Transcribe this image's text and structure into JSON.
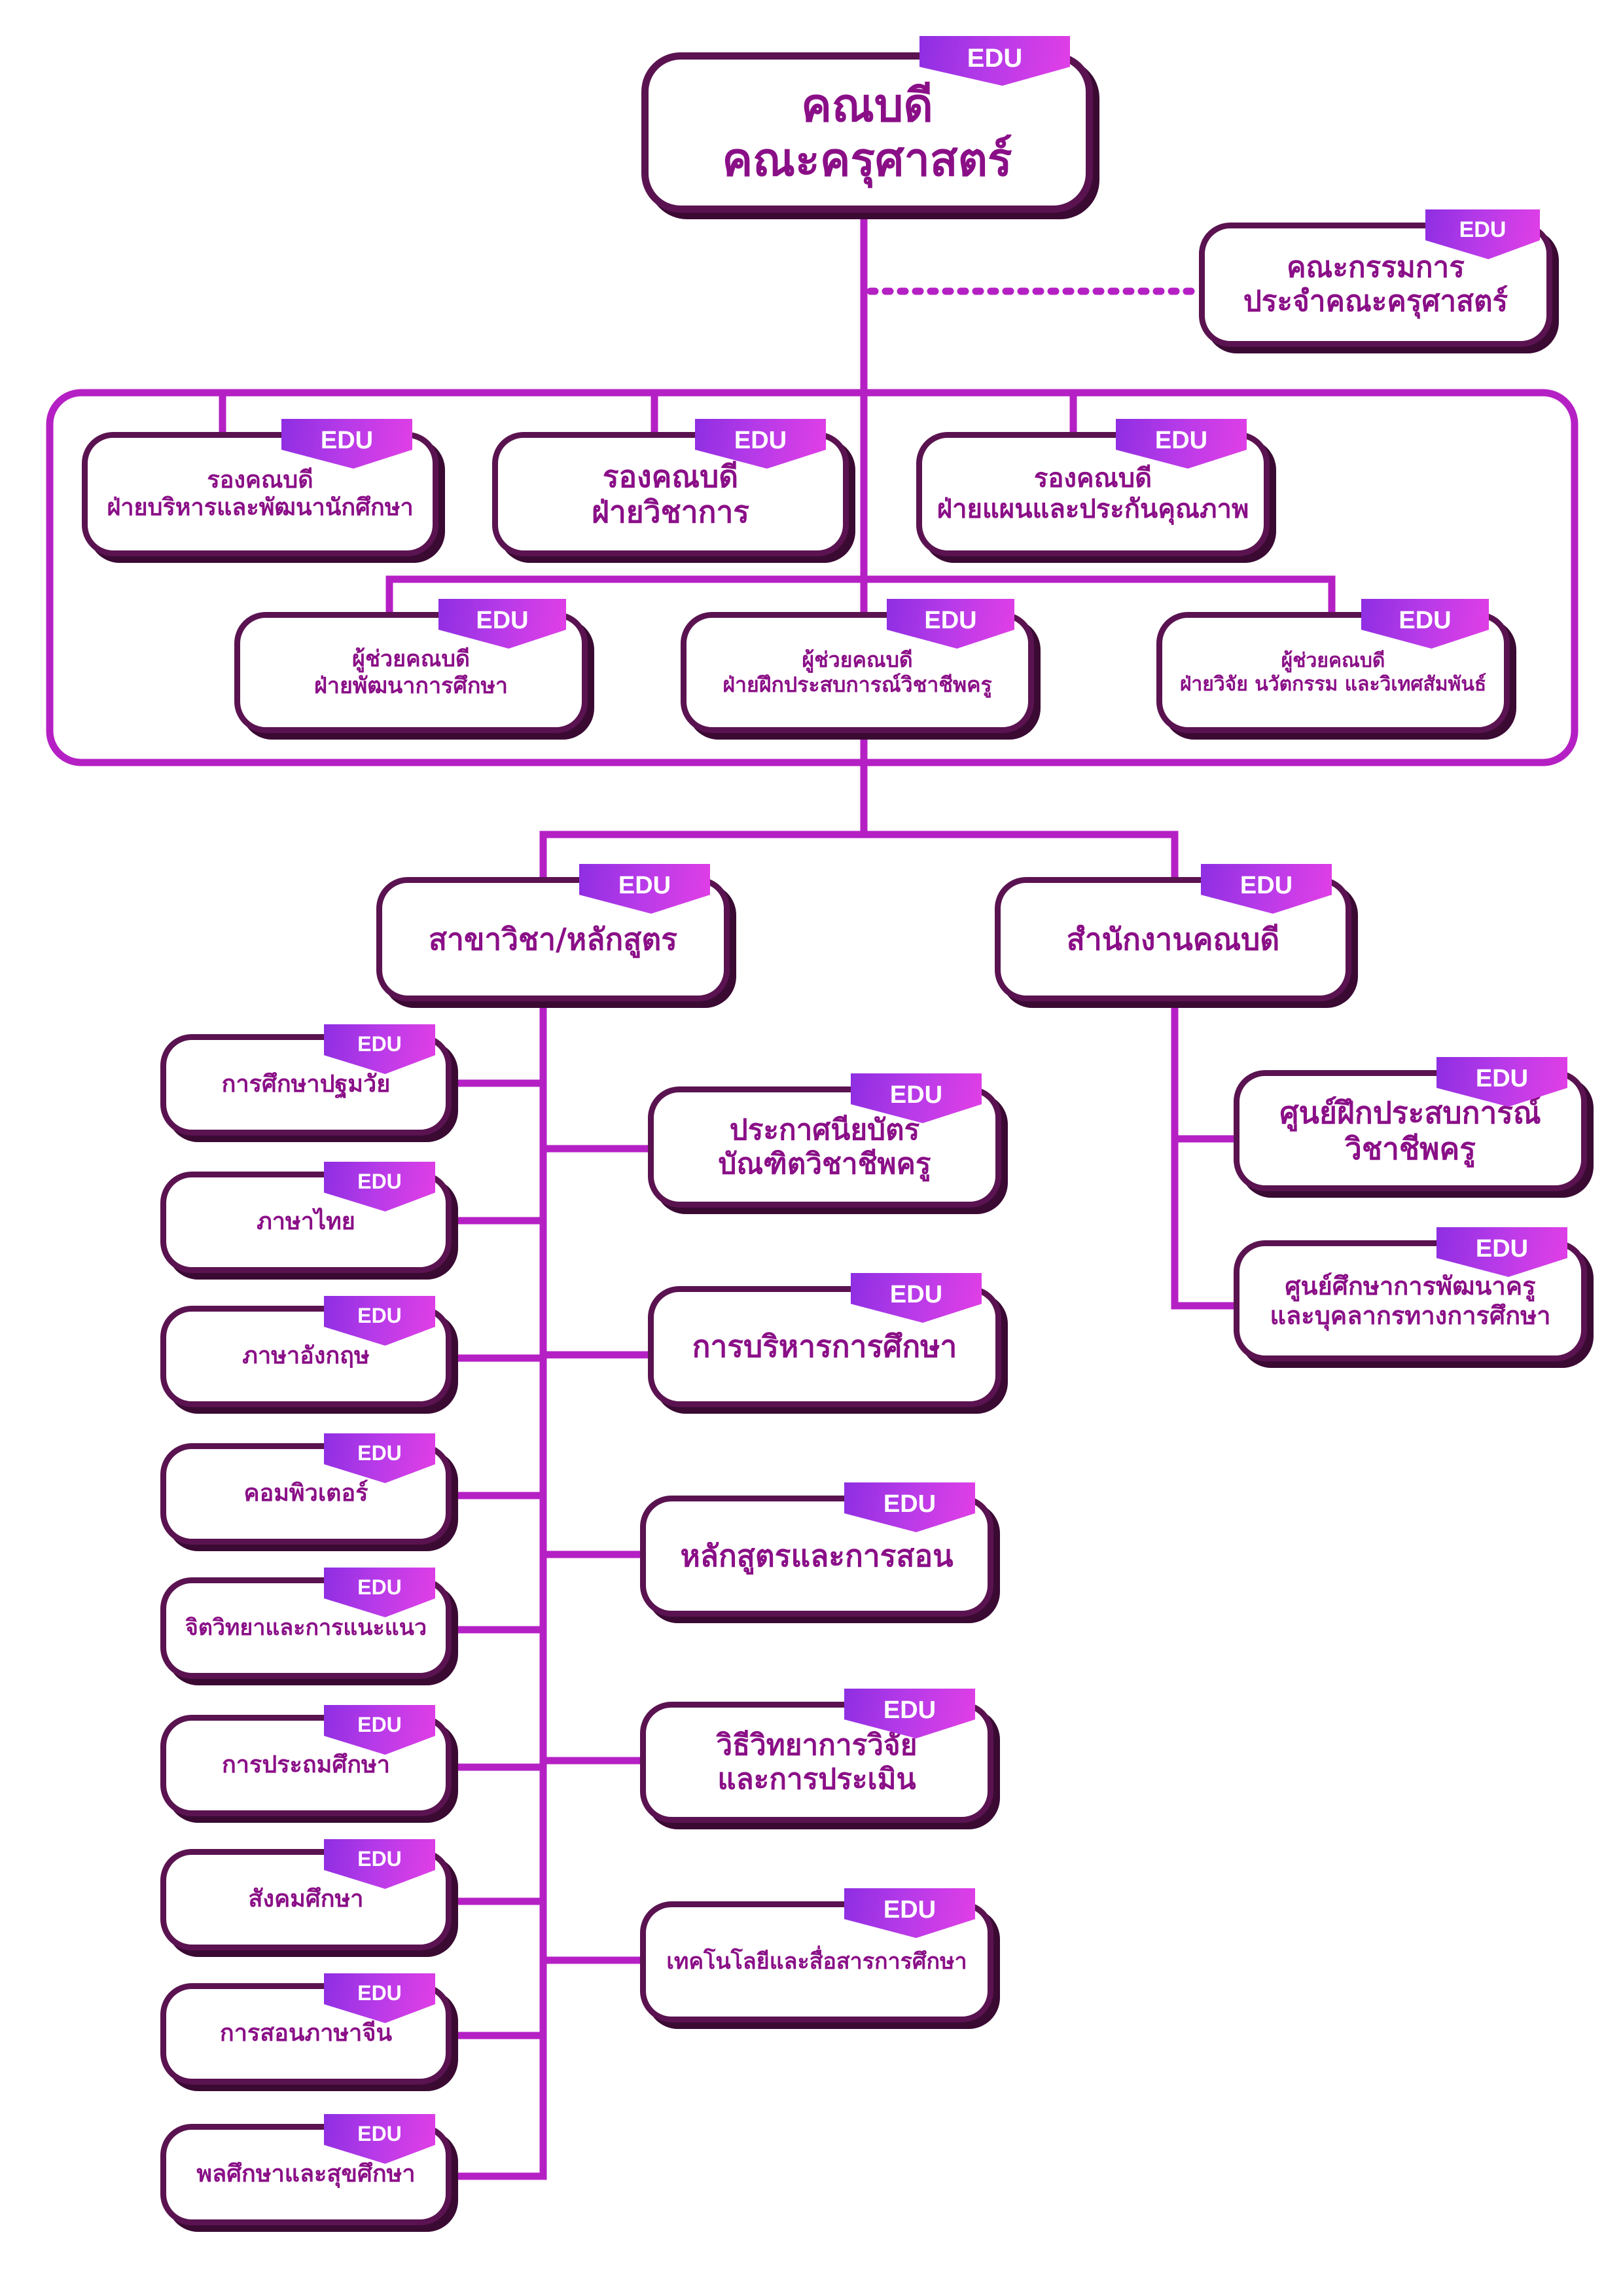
{
  "tag_label": "EDU",
  "colors": {
    "line": "#b520c4",
    "border": "#5a1350",
    "text": "#8a0f87",
    "tag_from": "#8e2ee2",
    "tag_to": "#e23fe6"
  },
  "dean": {
    "line1": "คณบดี",
    "line2": "คณะครุศาสตร์"
  },
  "committee": {
    "line1": "คณะกรรมการ",
    "line2": "ประจำคณะครุศาสตร์"
  },
  "vice_deans": [
    {
      "line1": "รองคณบดี",
      "line2": "ฝ่ายบริหารและพัฒนานักศึกษา"
    },
    {
      "line1": "รองคณบดี",
      "line2": "ฝ่ายวิชาการ"
    },
    {
      "line1": "รองคณบดี",
      "line2": "ฝ่ายแผนและประกันคุณภาพ"
    }
  ],
  "assistant_deans": [
    {
      "line1": "ผู้ช่วยคณบดี",
      "line2": "ฝ่ายพัฒนาการศึกษา"
    },
    {
      "line1": "ผู้ช่วยคณบดี",
      "line2": "ฝ่ายฝึกประสบการณ์วิชาชีพครู"
    },
    {
      "line1": "ผู้ช่วยคณบดี",
      "line2": "ฝ่ายวิจัย นวัตกรรม และวิเทศสัมพันธ์"
    }
  ],
  "programs_head": "สาขาวิชา/หลักสูตร",
  "office_head": "สำนักงานคณบดี",
  "programs_left": [
    "การศึกษาปฐมวัย",
    "ภาษาไทย",
    "ภาษาอังกฤษ",
    "คอมพิวเตอร์",
    "จิตวิทยาและการแนะแนว",
    "การประถมศึกษา",
    "สังคมศึกษา",
    "การสอนภาษาจีน",
    "พลศึกษาและสุขศึกษา"
  ],
  "programs_right": [
    {
      "line1": "ประกาศนียบัตร",
      "line2": "บัณฑิตวิชาชีพครู"
    },
    {
      "line1": "การบริหารการศึกษา",
      "line2": ""
    },
    {
      "line1": "หลักสูตรและการสอน",
      "line2": ""
    },
    {
      "line1": "วิธีวิทยาการวิจัย",
      "line2": "และการประเมิน"
    },
    {
      "line1": "เทคโนโลยีและสื่อสารการศึกษา",
      "line2": ""
    }
  ],
  "office_units": [
    {
      "line1": "ศูนย์ฝึกประสบการณ์",
      "line2": "วิชาชีพครู"
    },
    {
      "line1": "ศูนย์ศึกษาการพัฒนาครู",
      "line2": "และบุคลากรทางการศึกษา"
    }
  ]
}
